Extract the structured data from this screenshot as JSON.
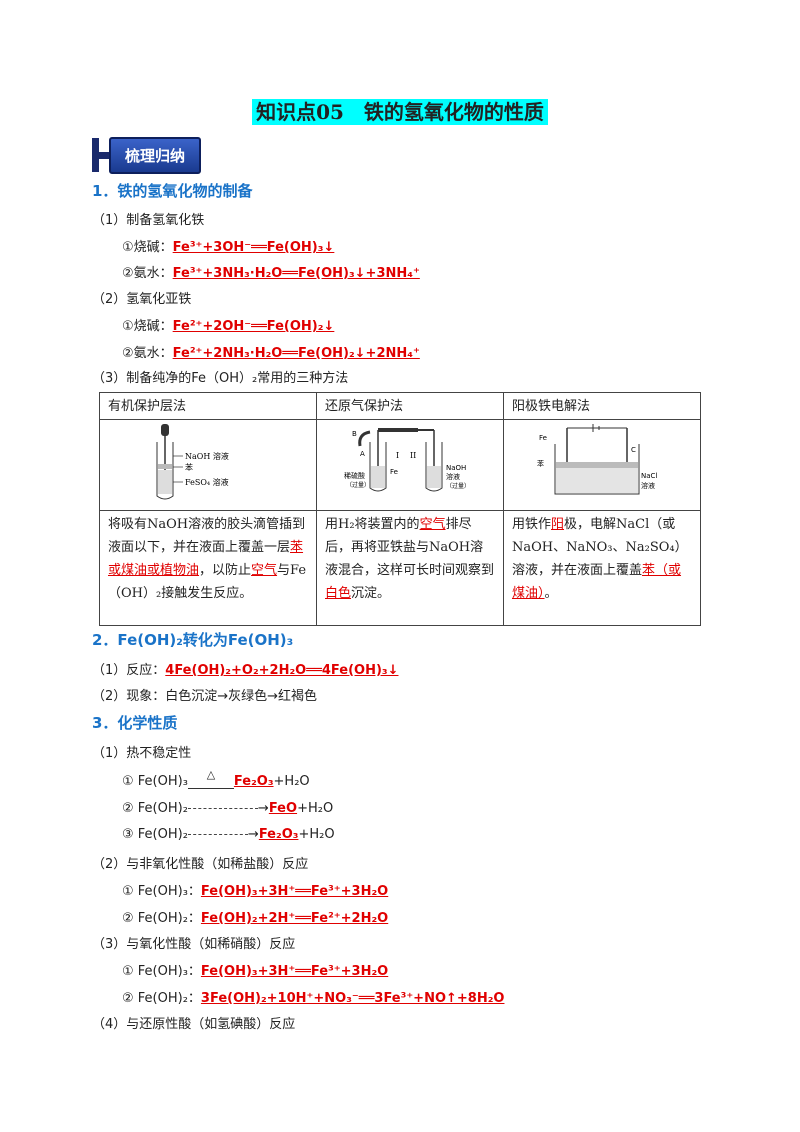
{
  "title": "知识点05　铁的氢氧化物的性质",
  "badge": "梳理归纳",
  "sec1": {
    "heading": "1．铁的氢氧化物的制备",
    "a": "（1）制备氢氧化铁",
    "a1_label": "①烧碱：",
    "a1_eq": "Fe³⁺+3OH⁻══Fe(OH)₃↓",
    "a2_label": "②氨水：",
    "a2_eq": "Fe³⁺+3NH₃·H₂O══Fe(OH)₃↓+3NH₄⁺",
    "b": "（2）氢氧化亚铁",
    "b1_label": "①烧碱：",
    "b1_eq": "Fe²⁺+2OH⁻══Fe(OH)₂↓",
    "b2_label": "②氨水：",
    "b2_eq": "Fe²⁺+2NH₃·H₂O══Fe(OH)₂↓+2NH₄⁺",
    "c": "（3）制备纯净的Fe（OH）₂常用的三种方法"
  },
  "table": {
    "headers": [
      "有机保护层法",
      "还原气保护法",
      "阳极铁电解法"
    ],
    "fig1": [
      "NaOH 溶液",
      "苯",
      "FeSO₄ 溶液"
    ],
    "fig2": [
      "B",
      "A",
      "I",
      "II",
      "稀硫酸",
      "（过量）",
      "Fe",
      "NaOH",
      "溶液",
      "（过量）"
    ],
    "fig3": [
      "Fe",
      "C",
      "苯",
      "NaCl",
      "溶液"
    ],
    "c1": [
      "将吸有NaOH溶液的胶头滴管插到液面以下，并在液面上覆盖一层",
      "苯或煤油或植物油",
      "，以防止",
      "空气",
      "与Fe（OH）₂接触发生反应。"
    ],
    "c2": [
      "用H₂将装置内的",
      "空气",
      "排尽后，再将亚铁盐与NaOH溶液混合，这样可长时间观察到",
      "白色",
      "沉淀。"
    ],
    "c3": [
      "用铁作",
      "阳",
      "极，电解NaCl（或NaOH、NaNO₃、Na₂SO₄）溶液，并在液面上覆盖",
      "苯（或煤油）",
      "。"
    ]
  },
  "sec2": {
    "heading": "2．Fe(OH)₂转化为Fe(OH)₃",
    "r_label": "（1）反应：",
    "r_eq": "4Fe(OH)₂+O₂+2H₂O══4Fe(OH)₃↓",
    "p": "（2）现象：白色沉淀→灰绿色→红褐色"
  },
  "sec3": {
    "heading": "3．化学性质",
    "a": "（1）热不稳定性",
    "a1_pre": "① Fe(OH)₃",
    "a1_cond": "△",
    "a1_prod": "Fe₂O₃",
    "a1_post": "+H₂O",
    "a2_pre": "② Fe(OH)₂",
    "a2_prod": "FeO",
    "a2_post": "+H₂O",
    "a3_pre": "③ Fe(OH)₂",
    "a3_prod": "Fe₂O₃",
    "a3_post": "+H₂O",
    "b": "（2）与非氧化性酸（如稀盐酸）反应",
    "b1_label": "① Fe(OH)₃：",
    "b1_eq": "Fe(OH)₃+3H⁺══Fe³⁺+3H₂O",
    "b2_label": "② Fe(OH)₂：",
    "b2_eq": "Fe(OH)₂+2H⁺══Fe²⁺+2H₂O",
    "c": "（3）与氧化性酸（如稀硝酸）反应",
    "c1_label": "① Fe(OH)₃：",
    "c1_eq": "Fe(OH)₃+3H⁺══Fe³⁺+3H₂O",
    "c2_label": "② Fe(OH)₂：",
    "c2_eq": "3Fe(OH)₂+10H⁺+NO₃⁻══3Fe³⁺+NO↑+8H₂O",
    "d": "（4）与还原性酸（如氢碘酸）反应"
  }
}
